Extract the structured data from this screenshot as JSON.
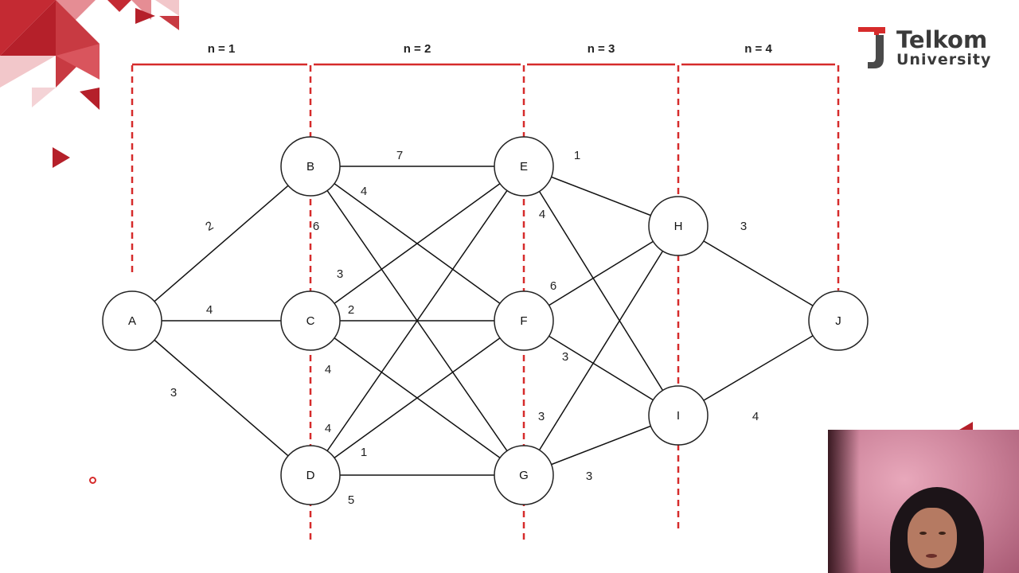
{
  "stages": [
    {
      "label": "n = 1"
    },
    {
      "label": "n = 2"
    },
    {
      "label": "n = 3"
    },
    {
      "label": "n = 4"
    }
  ],
  "nodes": {
    "A": "A",
    "B": "B",
    "C": "C",
    "D": "D",
    "E": "E",
    "F": "F",
    "G": "G",
    "H": "H",
    "I": "I",
    "J": "J"
  },
  "edges": [
    {
      "from": "A",
      "to": "B",
      "weight": "2"
    },
    {
      "from": "A",
      "to": "C",
      "weight": "4"
    },
    {
      "from": "A",
      "to": "D",
      "weight": "3"
    },
    {
      "from": "B",
      "to": "E",
      "weight": "7"
    },
    {
      "from": "B",
      "to": "F",
      "weight": "4"
    },
    {
      "from": "B",
      "to": "G",
      "weight": "6"
    },
    {
      "from": "C",
      "to": "E",
      "weight": "3"
    },
    {
      "from": "C",
      "to": "F",
      "weight": "2"
    },
    {
      "from": "C",
      "to": "G",
      "weight": "4"
    },
    {
      "from": "D",
      "to": "E",
      "weight": "4"
    },
    {
      "from": "D",
      "to": "F",
      "weight": "1"
    },
    {
      "from": "D",
      "to": "G",
      "weight": "5"
    },
    {
      "from": "E",
      "to": "H",
      "weight": "1"
    },
    {
      "from": "E",
      "to": "I",
      "weight": "4"
    },
    {
      "from": "F",
      "to": "H",
      "weight": "6"
    },
    {
      "from": "F",
      "to": "I",
      "weight": "3"
    },
    {
      "from": "G",
      "to": "H",
      "weight": "3"
    },
    {
      "from": "G",
      "to": "I",
      "weight": "3"
    },
    {
      "from": "H",
      "to": "J",
      "weight": "3"
    },
    {
      "from": "I",
      "to": "J",
      "weight": "4"
    }
  ],
  "logo": {
    "name": "Telkom",
    "subtitle": "University"
  },
  "colors": {
    "accent": "#d62b2b",
    "edge": "#111111",
    "node_stroke": "#222222",
    "decor_dark": "#b5202a",
    "decor_light": "#f2c7ca"
  }
}
